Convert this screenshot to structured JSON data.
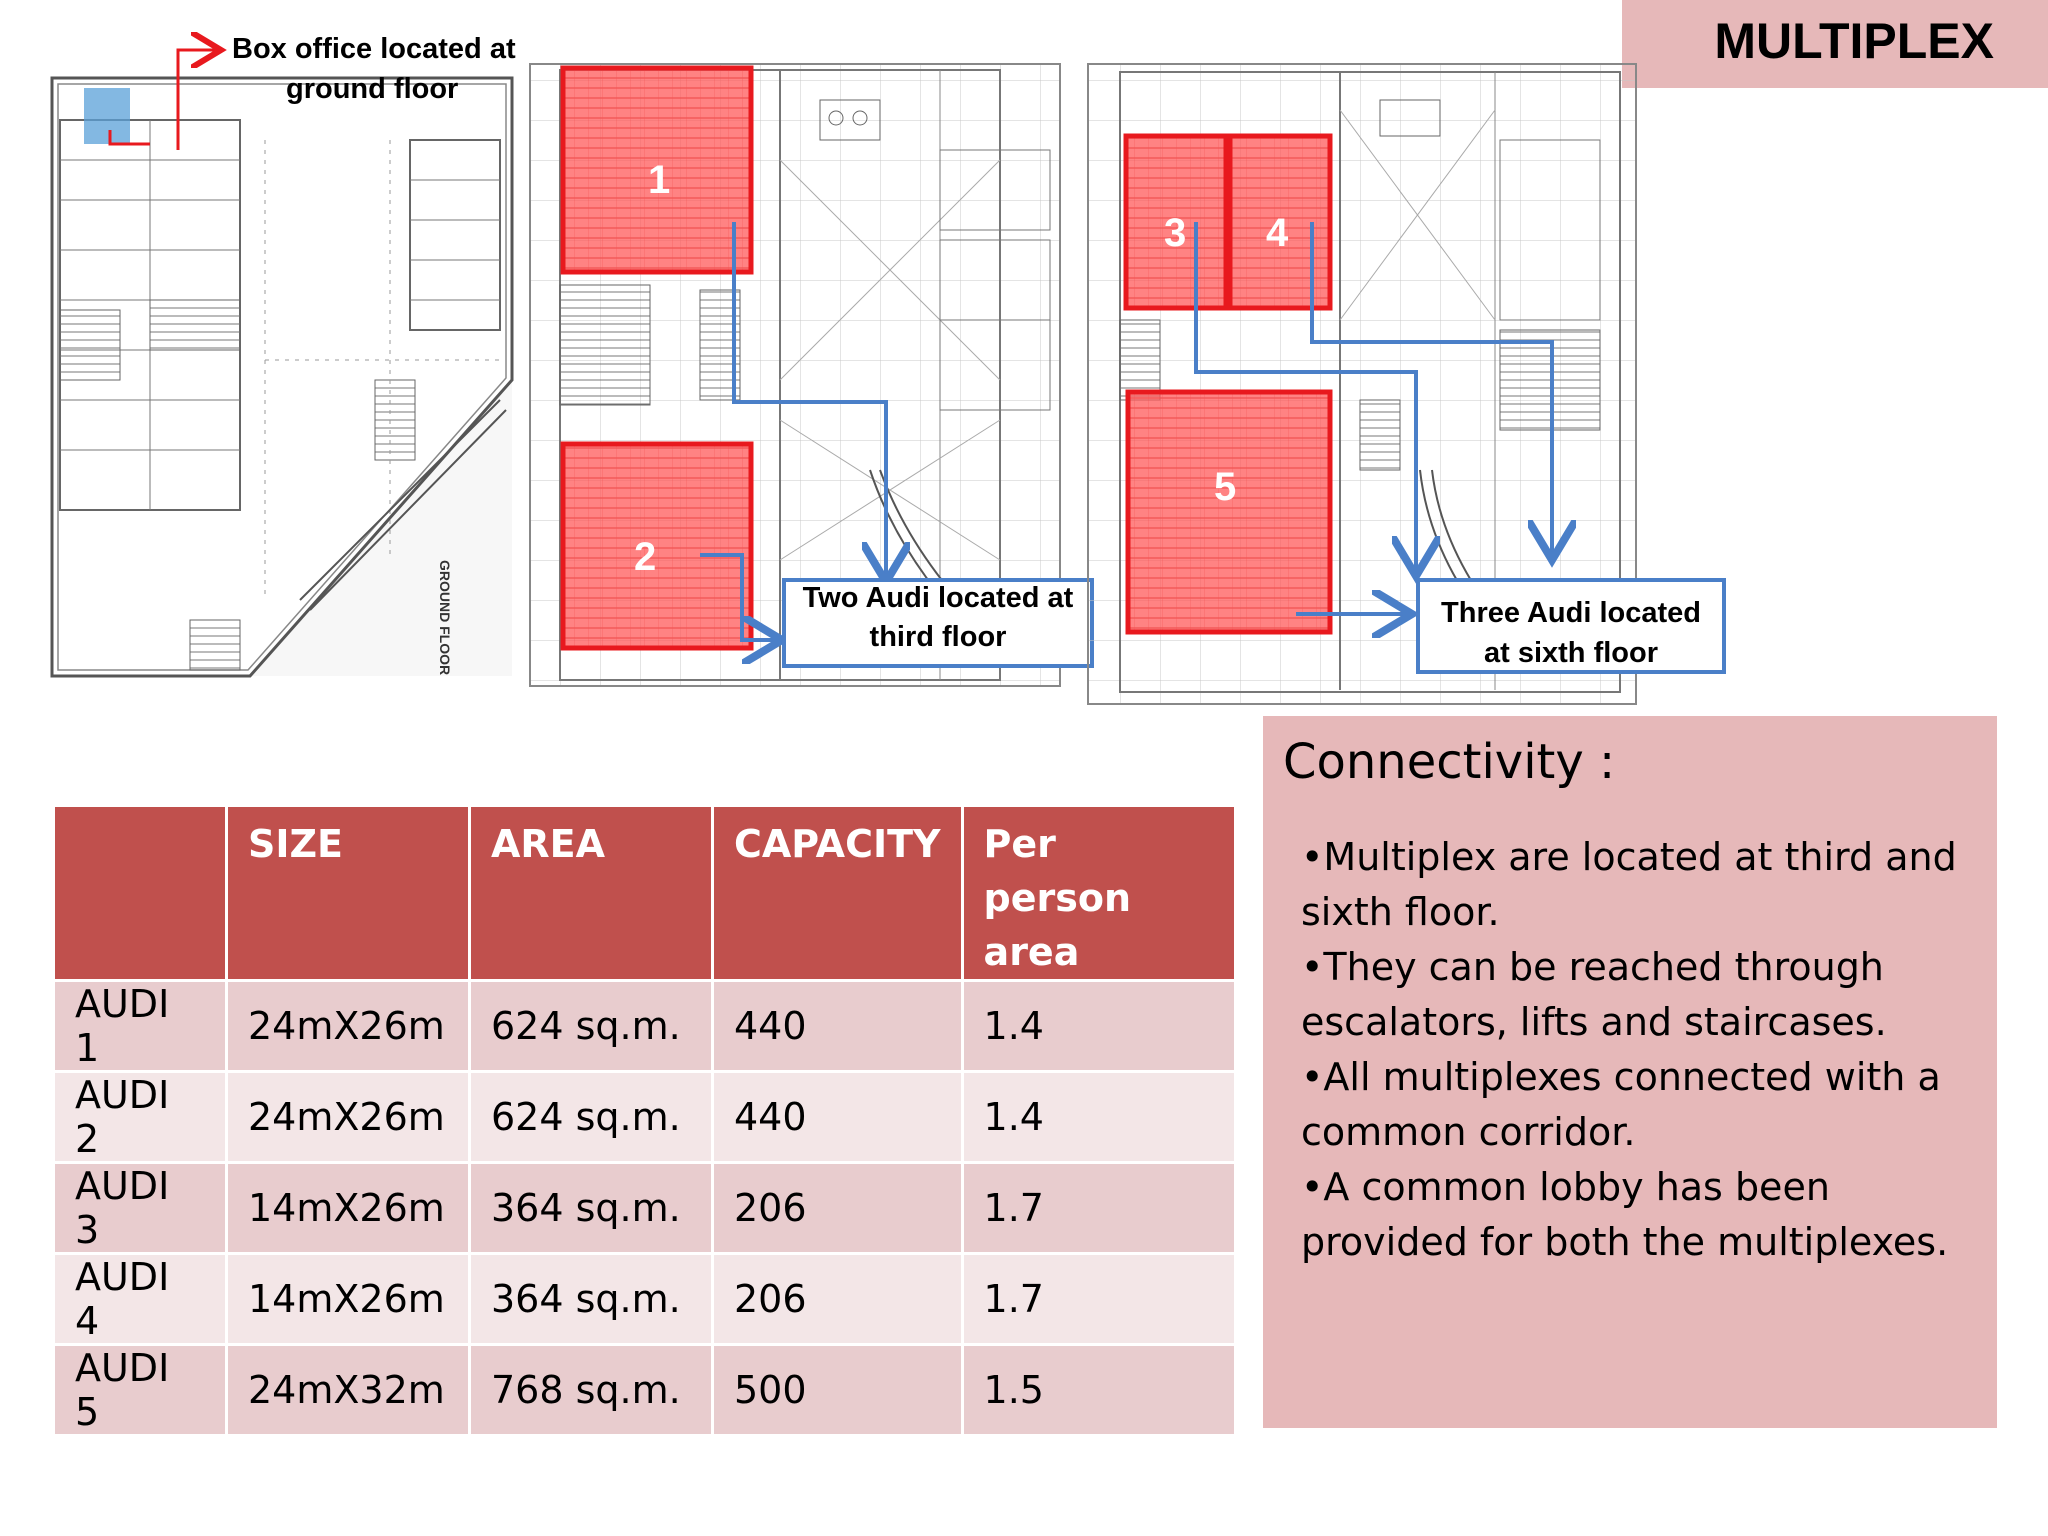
{
  "title": "MULTIPLEX",
  "plans": {
    "ground_callout": [
      "Box office located at",
      "ground floor"
    ],
    "ground_floor_label": "GROUND FLOOR",
    "third_floor_callout": [
      "Two  Audi located at",
      "third floor"
    ],
    "sixth_floor_callout": [
      "Three Audi located",
      "at sixth floor"
    ],
    "audi_numbers": [
      "1",
      "2",
      "3",
      "4",
      "5"
    ],
    "colors": {
      "audi_fill": "#ff5a5a",
      "audi_border": "#e8191e",
      "connector": "#4a7fc8",
      "drawing": "#8a8a8a"
    }
  },
  "table": {
    "headers": [
      "",
      "SIZE",
      "AREA",
      "CAPACITY",
      "Per person area"
    ],
    "rows": [
      [
        "AUDI 1",
        "24mX26m",
        "624 sq.m.",
        "440",
        "1.4"
      ],
      [
        "AUDI 2",
        "24mX26m",
        "624 sq.m.",
        "440",
        "1.4"
      ],
      [
        "AUDI 3",
        "14mX26m",
        "364 sq.m.",
        "206",
        "1.7"
      ],
      [
        "AUDI 4",
        "14mX26m",
        "364 sq.m.",
        "206",
        "1.7"
      ],
      [
        "AUDI 5",
        "24mX32m",
        "768 sq.m.",
        "500",
        "1.5"
      ]
    ],
    "colors": {
      "header": "#c0504d",
      "row_odd": "#e8ccce",
      "row_even": "#f3e6e7"
    }
  },
  "connectivity": {
    "heading": "Connectivity :",
    "items": [
      "•Multiplex are located at third and sixth floor.",
      "•They can be reached through escalators, lifts and staircases.",
      "•All multiplexes connected with a common corridor.",
      "•A common lobby has been provided for both the multiplexes."
    ],
    "background": "#e6b8b9"
  }
}
